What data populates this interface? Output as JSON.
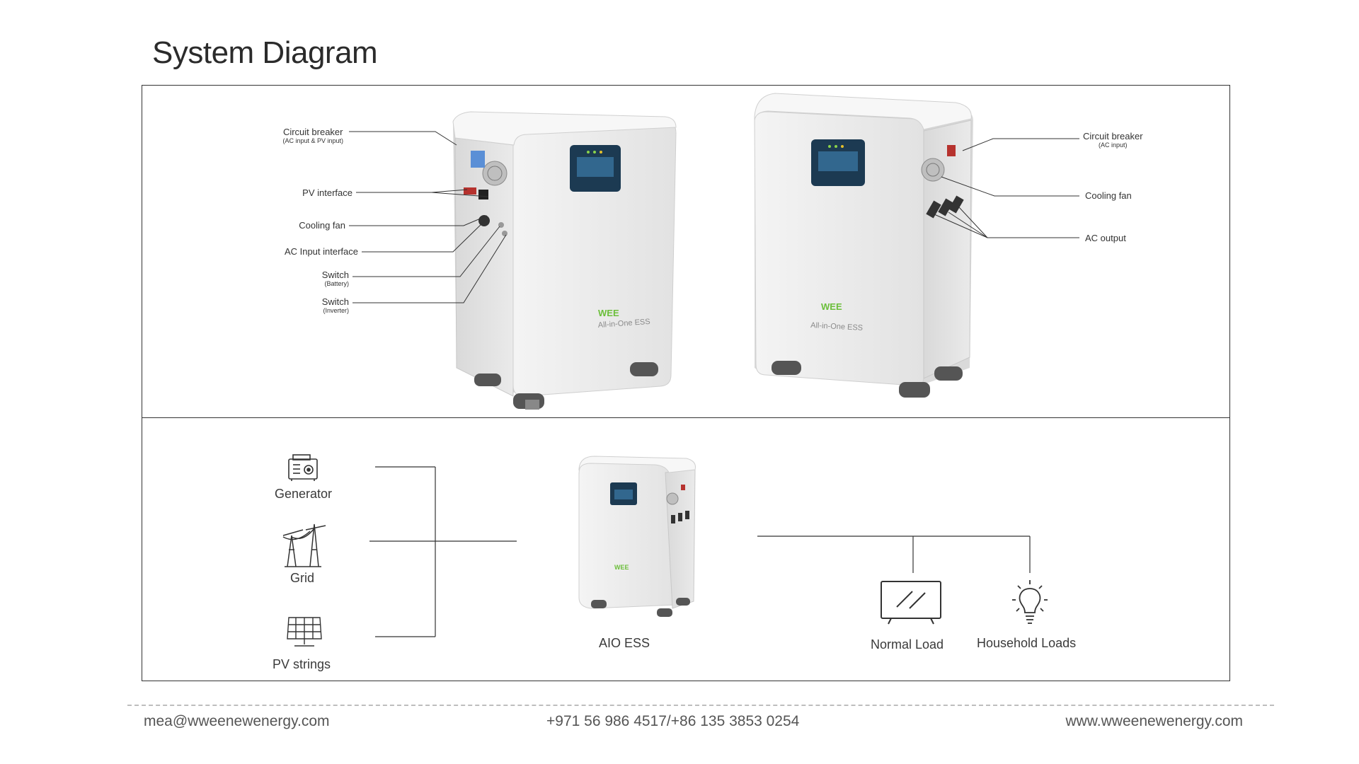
{
  "title": "System Diagram",
  "left_callouts": [
    {
      "label": "Circuit breaker",
      "sub": "(AC input & PV input)"
    },
    {
      "label": "PV interface",
      "sub": ""
    },
    {
      "label": "Cooling fan",
      "sub": ""
    },
    {
      "label": "AC Input  interface",
      "sub": ""
    },
    {
      "label": "Switch",
      "sub": "(Battery)"
    },
    {
      "label": "Switch",
      "sub": "(Inverter)"
    }
  ],
  "right_callouts": [
    {
      "label": "Circuit breaker",
      "sub": "(AC input)"
    },
    {
      "label": "Cooling fan",
      "sub": ""
    },
    {
      "label": "AC output",
      "sub": ""
    }
  ],
  "device_brand": "All-in-One ESS",
  "inputs": [
    {
      "label": "Generator",
      "icon": "generator-icon"
    },
    {
      "label": "Grid",
      "icon": "transmission-tower-icon"
    },
    {
      "label": "PV strings",
      "icon": "solar-panel-icon"
    }
  ],
  "center_label": "AIO ESS",
  "outputs": [
    {
      "label": "Normal Load",
      "icon": "tv-icon"
    },
    {
      "label": "Household Loads",
      "icon": "lightbulb-icon"
    }
  ],
  "footer": {
    "email": "mea@wweenewenergy.com",
    "phone": "+971 56 986 4517/+86 135 3853 0254",
    "website": "www.wweenewenergy.com"
  },
  "colors": {
    "line": "#333333",
    "device_body": "#eeeeee",
    "screen": "#1c3a52",
    "brand_green": "#6cbf3b",
    "brand_blue": "#3a5fb0"
  }
}
